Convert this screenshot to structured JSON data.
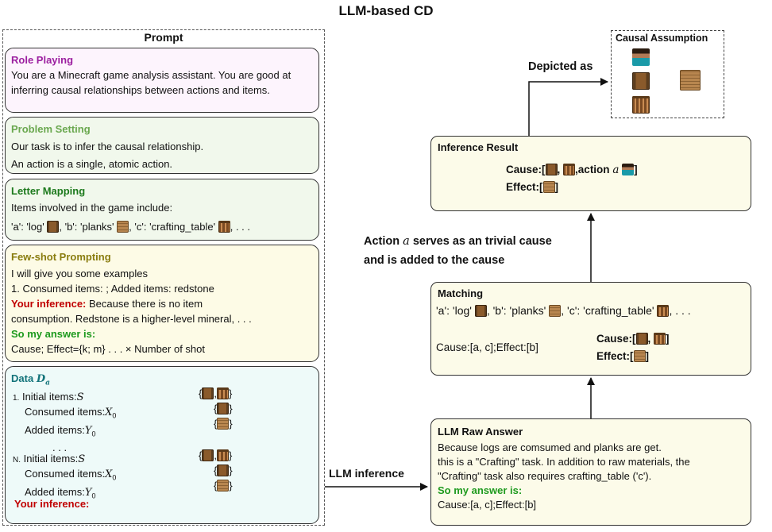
{
  "title": "LLM-based CD",
  "prompt": {
    "title": "Prompt",
    "role": {
      "heading": "Role Playing",
      "lines": [
        "You are a Minecraft game analysis assistant. You are good at",
        "inferring causal relationships between actions and items."
      ]
    },
    "problem": {
      "heading": "Problem Setting",
      "lines": [
        "Our task is to infer the causal relationship.",
        "An action is a single, atomic action."
      ]
    },
    "letter": {
      "heading": "Letter Mapping",
      "line1": "Items involved in the game include:",
      "a": "'a': 'log'",
      "b": ", 'b': 'planks'",
      "c": ", 'c': 'crafting_table'",
      "tail": ", . . ."
    },
    "fewshot": {
      "heading": "Few-shot Prompting",
      "intro": "I will give you some examples",
      "example": "1. Consumed items: ; Added items: redstone",
      "inference_label": "Your inference:",
      "inference_text": " Because there is no item",
      "inference_cont": "consumption. Redstone is a higher-level mineral, . . .",
      "answer_label": "So my answer is:",
      "answer_text": "Cause; Effect={k; m} . . . × Number of shot"
    },
    "data": {
      "heading": "Data",
      "heading_sym": "D",
      "heading_sub": "a",
      "first_num": "1.",
      "initial": "Initial items:",
      "initial_sym": "S",
      "consumed": "Consumed items:",
      "consumed_sym": "X",
      "consumed_sub": "0",
      "added": "Added items:",
      "added_sym": "Y",
      "added_sub": "0",
      "ellipsis": ". . .",
      "n_num": "N.",
      "lbrace": "{",
      "rbrace": "}",
      "comma": ",",
      "inference_label": "Your inference:"
    }
  },
  "arrow_label_llm": "LLM inference",
  "raw_answer": {
    "heading": "LLM Raw Answer",
    "lines": [
      "Because logs are comsumed and planks are get.",
      "this is a \"Crafting\" task. In addition to raw materials, the",
      "\"Crafting\" task also requires crafting_table ('c')."
    ],
    "answer_label": "So my answer is:",
    "answer_text": "Cause:[a, c];Effect:[b]"
  },
  "matching": {
    "heading": "Matching",
    "a": "'a': 'log'",
    "b": ", 'b': 'planks'",
    "c": ", 'c': 'crafting_table'",
    "tail": ", . . .",
    "left": "Cause:[a, c];Effect:[b]",
    "cause": "Cause:[",
    "effect": "Effect:[",
    "close": "]",
    "comma": ","
  },
  "action_note": {
    "line1_pre": "Action ",
    "sym": "a",
    "line1_post": " serves as an trivial cause",
    "line2": "and is added to the cause"
  },
  "inference": {
    "heading": "Inference Result",
    "cause": "Cause:[",
    "comma": ",",
    "action": ",action ",
    "sym": "a",
    "close": "]",
    "effect": "Effect:["
  },
  "depicted": "Depicted as",
  "causal_assumption": "Causal Assumption",
  "icons": {
    "log": "log-block-icon",
    "planks": "planks-block-icon",
    "crafting_table": "crafting-table-icon",
    "steve": "steve-player-icon"
  }
}
